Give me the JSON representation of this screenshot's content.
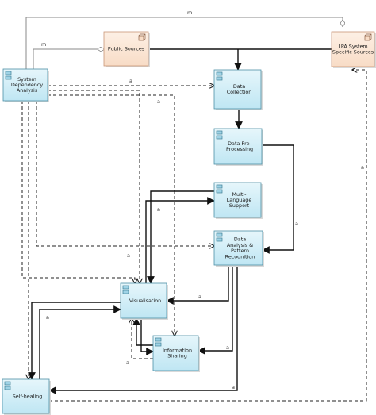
{
  "colors": {
    "component_fill": "#bfe6f3",
    "component_gradient_top": "#e6f6fb",
    "component_border": "#4c8fa6",
    "artifact_fill": "#f8dcc6",
    "artifact_gradient_top": "#fdf0e5",
    "artifact_border": "#c99575",
    "solid_edge": "#111111",
    "dashed_edge": "#222222",
    "grey_edge": "#8a8a8a"
  },
  "icons": {
    "component": "uml-component-icon",
    "artifact": "uml-artifact-icon"
  },
  "nodes": {
    "sda": {
      "kind": "component",
      "lines": [
        "System",
        "Dependency",
        "Analysis"
      ]
    },
    "public": {
      "kind": "artifact",
      "lines": [
        "Public Sources"
      ]
    },
    "lpa": {
      "kind": "artifact",
      "lines": [
        "LPA System",
        "Specific Sources"
      ]
    },
    "collection": {
      "kind": "component",
      "lines": [
        "Data",
        "Collection"
      ]
    },
    "preprocessing": {
      "kind": "component",
      "lines": [
        "Data Pre-",
        "Processing"
      ]
    },
    "multilang": {
      "kind": "component",
      "lines": [
        "Multi-",
        "Language",
        "Support"
      ]
    },
    "analysis": {
      "kind": "component",
      "lines": [
        "Data",
        "Analysis &",
        "Pattern",
        "Recognition"
      ]
    },
    "visualisation": {
      "kind": "component",
      "lines": [
        "Visualisation"
      ]
    },
    "sharing": {
      "kind": "component",
      "lines": [
        "Information",
        "Sharing"
      ]
    },
    "selfhealing": {
      "kind": "component",
      "lines": [
        "Self-healing"
      ]
    }
  },
  "edge_labels": {
    "m_top": "m",
    "m_public": "m",
    "a_collection": "a",
    "a_sda_visual": "a",
    "a_lpa_side": "a",
    "a_multilang": "a",
    "a_pre_analysis": "a",
    "a_sda_analysis": "a",
    "a_analysis_visual": "a",
    "a_sharing_left": "a",
    "a_sharing_right": "a",
    "a_selfhealing_top": "a",
    "a_selfhealing_bottom": "a"
  }
}
